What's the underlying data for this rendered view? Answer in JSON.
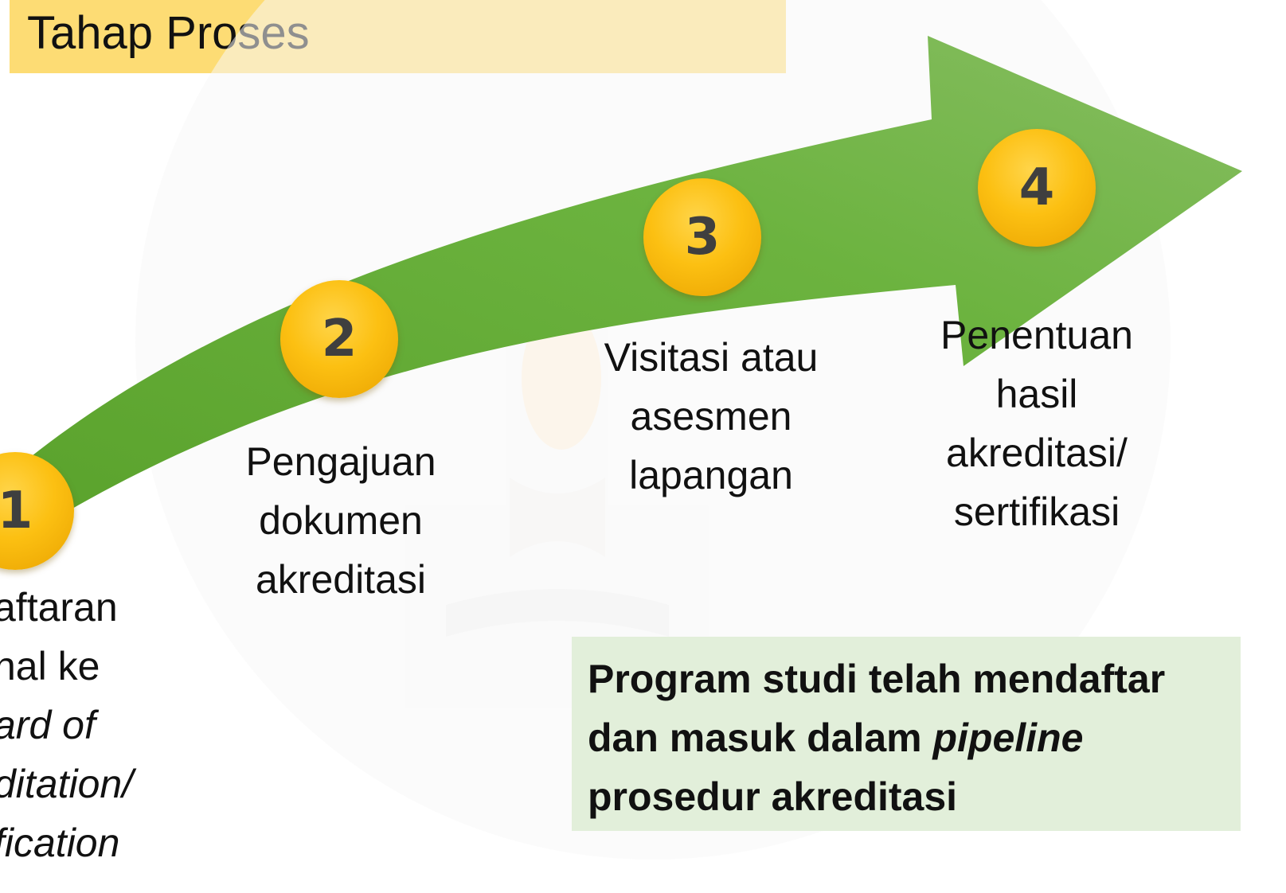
{
  "title": "Tahap Proses",
  "colors": {
    "title_bg": "#fddc74",
    "arrow": "#6cb33f",
    "step_circle": "#fcc012",
    "note_bg": "#e2efda"
  },
  "steps": [
    {
      "number": "1",
      "lines": [
        "aftaran",
        "nal ke",
        "ard of",
        "ditation/",
        "fication"
      ]
    },
    {
      "number": "2",
      "lines": [
        "Pengajuan",
        "dokumen",
        "akreditasi"
      ]
    },
    {
      "number": "3",
      "lines": [
        "Visitasi atau",
        "asesmen",
        "lapangan"
      ]
    },
    {
      "number": "4",
      "lines": [
        "Penentuan",
        "hasil",
        "akreditasi/",
        "sertifikasi"
      ]
    }
  ],
  "note": {
    "line1": "Program studi telah mendaftar",
    "line2_prefix": "dan masuk dalam ",
    "line2_italic": "pipeline",
    "line3": "prosedur akreditasi"
  }
}
